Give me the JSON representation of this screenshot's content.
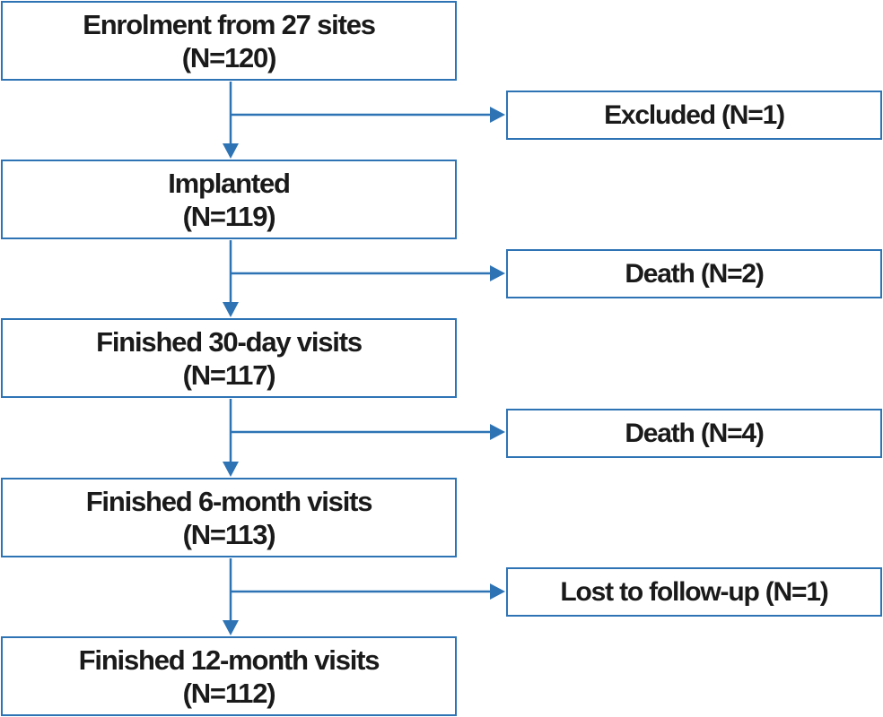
{
  "flow": {
    "stages": [
      {
        "label": "Enrolment from 27 sites",
        "count": "(N=120)"
      },
      {
        "label": "Implanted",
        "count": "(N=119)"
      },
      {
        "label": "Finished 30-day visits",
        "count": "(N=117)"
      },
      {
        "label": "Finished 6-month visits",
        "count": "(N=113)"
      },
      {
        "label": "Finished 12-month visits",
        "count": "(N=112)"
      }
    ],
    "exits": [
      {
        "label": "Excluded (N=1)"
      },
      {
        "label": "Death (N=2)"
      },
      {
        "label": "Death (N=4)"
      },
      {
        "label": "Lost to follow-up (N=1)"
      }
    ]
  },
  "colors": {
    "box_border": "#2e74b5",
    "arrow": "#2e74b5",
    "text": "#1a1a1a",
    "background": "#ffffff"
  },
  "icons": [
    "arrow-down-icon",
    "arrow-right-icon"
  ]
}
